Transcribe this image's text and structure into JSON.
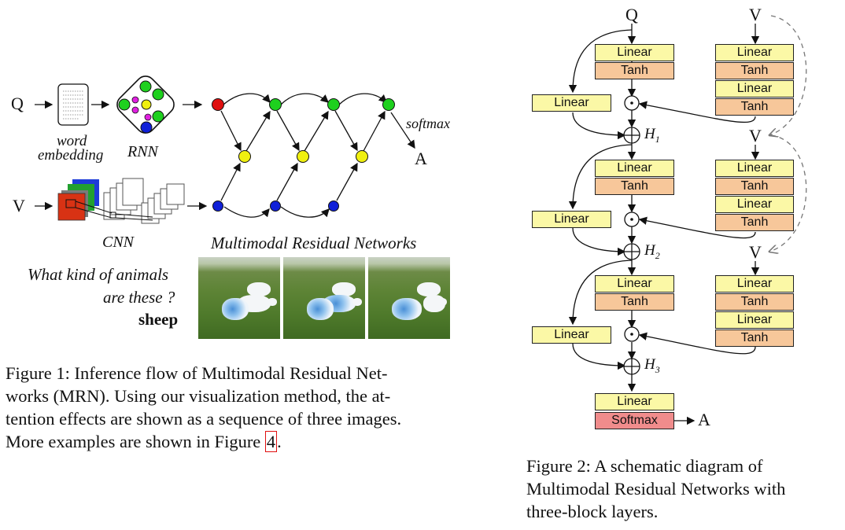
{
  "figure1": {
    "input_q": "Q",
    "input_v": "V",
    "word_embedding_line1": "word",
    "word_embedding_line2": "embedding",
    "rnn_label": "RNN",
    "cnn_label": "CNN",
    "softmax_label": "softmax",
    "output_a": "A",
    "mrn_title": "Multimodal Residual Networks",
    "question_line1": "What kind of animals",
    "question_line2": "are these ?",
    "answer": "sheep",
    "caption_lines": [
      "Figure 1: Inference flow of Multimodal Residual Net-",
      "works (MRN). Using our visualization method, the at-",
      "tention effects are shown as a sequence of three images.",
      "More examples are shown in Figure "
    ],
    "caption_ref": "4",
    "caption_end": ".",
    "node_colors": {
      "red": "#e01010",
      "green": "#1ed01e",
      "yellow": "#f0f010",
      "blue": "#1020d8",
      "magenta": "#e020e0"
    }
  },
  "figure2": {
    "input_q": "Q",
    "input_v": "V",
    "v_repeat_1": "V",
    "v_repeat_2": "V",
    "linear": "Linear",
    "tanh": "Tanh",
    "softmax": "Softmax",
    "output_a": "A",
    "h1": "H",
    "h1_sub": "1",
    "h2": "H",
    "h2_sub": "2",
    "h3": "H",
    "h3_sub": "3",
    "caption_lines": [
      "Figure 2:  A schematic diagram of",
      "Multimodal Residual Networks with",
      "three-block layers."
    ],
    "colors": {
      "linear": "#fbf8a6",
      "tanh": "#f7c79a",
      "softmax": "#f08c8c"
    }
  }
}
